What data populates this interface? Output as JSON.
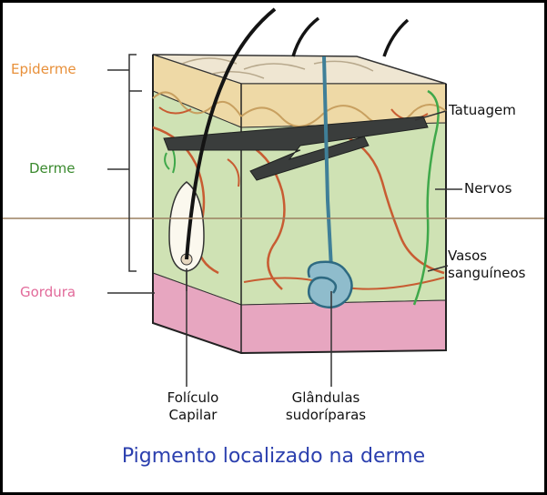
{
  "labels": {
    "epiderme": "Epiderme",
    "derme": "Derme",
    "gordura": "Gordura",
    "tatuagem": "Tatuagem",
    "nervos": "Nervos",
    "vasos_line1": "Vasos",
    "vasos_line2": "sanguíneos",
    "foliculo_line1": "Folículo",
    "foliculo_line2": "Capilar",
    "glandulas_line1": "Glândulas",
    "glandulas_line2": "sudoríparas"
  },
  "caption": "Pigmento localizado na derme",
  "colors": {
    "epiderme": "#e8903a",
    "derme": "#3a8a2e",
    "gordura": "#e26a9a",
    "caption": "#2b3fae",
    "skin_top": "#efe6d2",
    "epidermis_layer": "#eed9a6",
    "dermis_layer": "#cfe2b4",
    "fat_layer": "#e7a6c0",
    "vessel": "#c85c32",
    "nerve": "#3fa84a",
    "tattoo_ink": "#3a3d3c",
    "gland": "#3f7f98",
    "hair": "#141414"
  }
}
